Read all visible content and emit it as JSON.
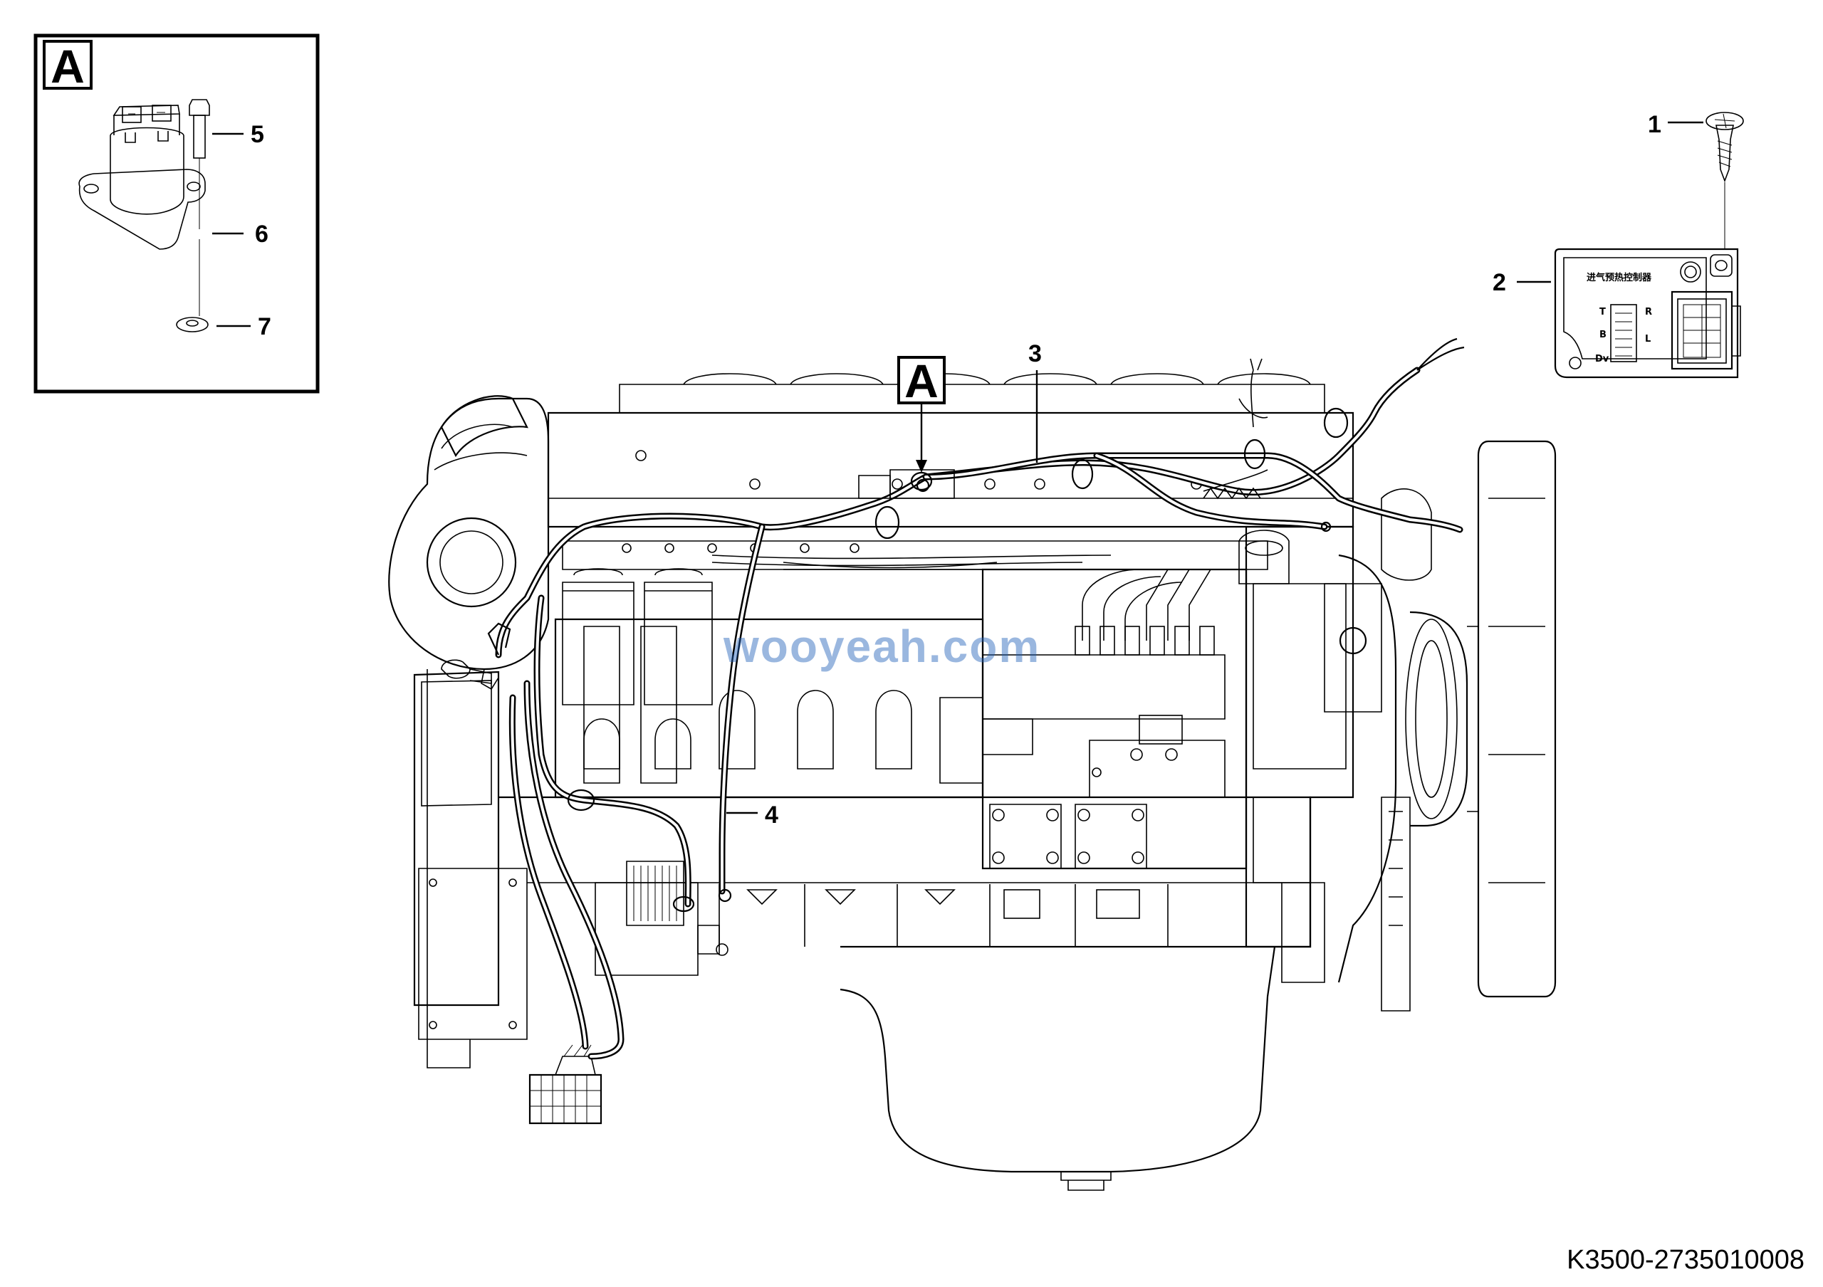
{
  "detail_box": {
    "letter": "A",
    "callouts": [
      "5",
      "6",
      "7"
    ]
  },
  "main_view": {
    "reference_label": "A",
    "callouts": [
      "1",
      "2",
      "3",
      "4"
    ]
  },
  "controller": {
    "title_text": "进气预热控制器",
    "pin_labels": [
      "T",
      "R",
      "B",
      "L",
      "Dv"
    ]
  },
  "watermark": "wooyeah.com",
  "document_id": "K3500-2735010008"
}
